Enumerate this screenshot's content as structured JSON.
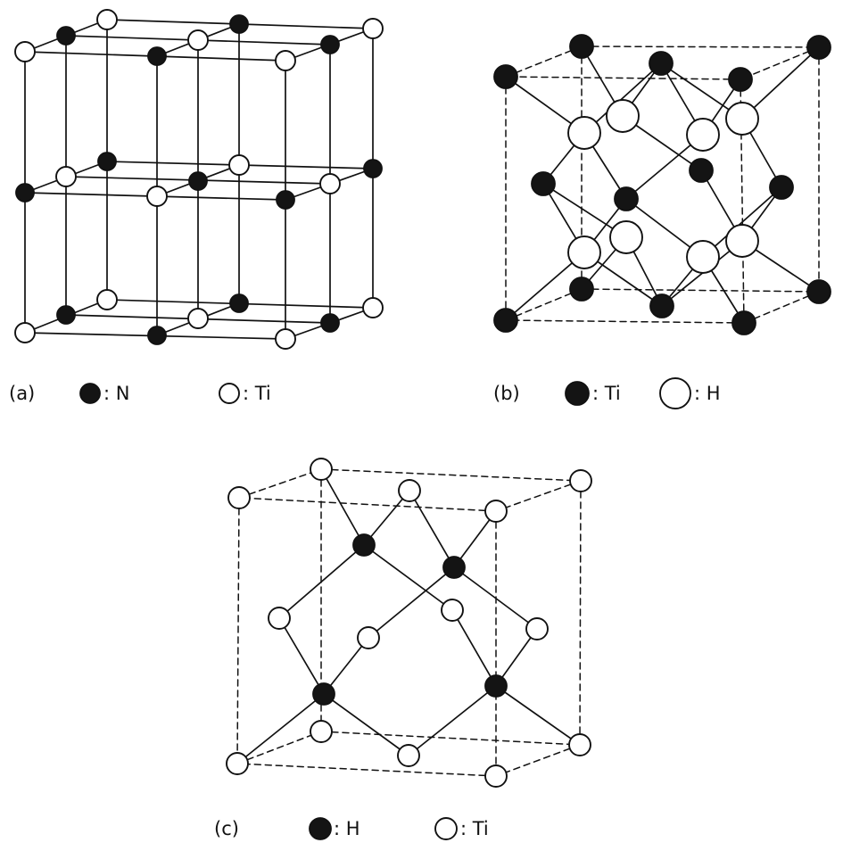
{
  "panels": [
    {
      "id": "a",
      "caption": "(a)",
      "legend": [
        {
          "marker": "filled",
          "text": ": N"
        },
        {
          "marker": "open",
          "text": ": Ti"
        }
      ]
    },
    {
      "id": "b",
      "caption": "(b)",
      "legend": [
        {
          "marker": "filled",
          "text": ": Ti"
        },
        {
          "marker": "open",
          "text": ": H"
        }
      ]
    },
    {
      "id": "c",
      "caption": "(c)",
      "legend": [
        {
          "marker": "filled",
          "text": ": H"
        },
        {
          "marker": "open",
          "text": ": Ti"
        }
      ]
    }
  ]
}
